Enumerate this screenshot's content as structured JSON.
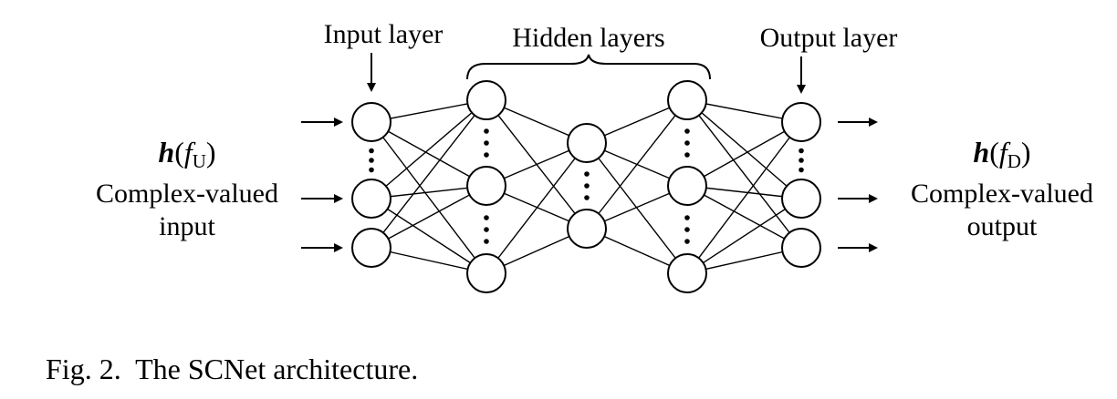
{
  "labels": {
    "input_layer": "Input layer",
    "hidden_layers": "Hidden layers",
    "output_layer": "Output layer",
    "input_desc_1": "Complex-valued",
    "input_desc_2": "input",
    "output_desc_1": "Complex-valued",
    "output_desc_2": "output",
    "caption": "Fig. 2.  The SCNet architecture."
  },
  "math": {
    "input_func": "h",
    "input_open": "(",
    "input_var": "f",
    "input_sub": "U",
    "input_close": ")",
    "output_func": "h",
    "output_open": "(",
    "output_var": "f",
    "output_sub": "D",
    "output_close": ")"
  },
  "network": {
    "layers": [
      {
        "name": "input",
        "nodes": 3
      },
      {
        "name": "hidden-1",
        "nodes": 3
      },
      {
        "name": "hidden-2",
        "nodes": 2
      },
      {
        "name": "hidden-3",
        "nodes": 3
      },
      {
        "name": "output",
        "nodes": 3
      }
    ]
  }
}
